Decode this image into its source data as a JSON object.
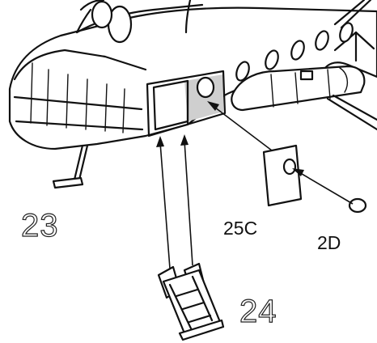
{
  "labels": {
    "step_23": "23",
    "step_24": "24",
    "part_25c": "25C",
    "part_2d": "2D"
  }
}
